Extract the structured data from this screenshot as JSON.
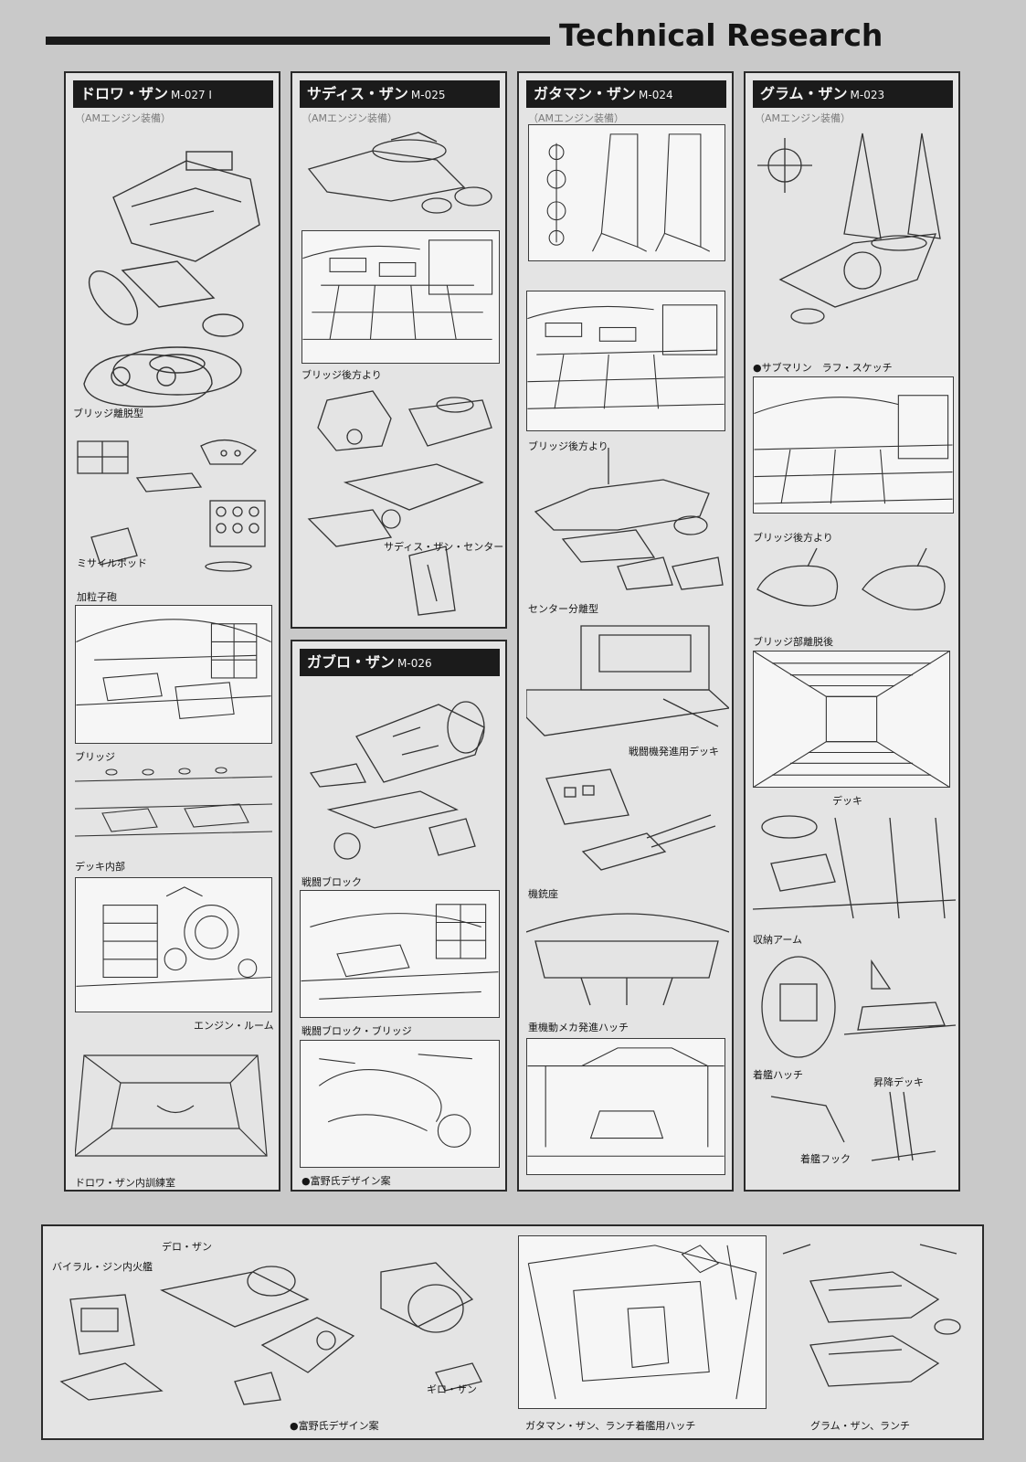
{
  "header": {
    "title": "Technical Research"
  },
  "columns": [
    {
      "name": "ドロワ・ザン",
      "code": "M-027 I",
      "engine_note": "（AMエンジン装備）",
      "captions": [
        "ブリッジ離脱型",
        "ミサイルポッド",
        "加粒子砲",
        "ブリッジ",
        "デッキ内部",
        "エンジン・ルーム",
        "ドロワ・ザン内訓練室"
      ]
    },
    {
      "name": "サディス・ザン",
      "code": "M-025",
      "engine_note": "（AMエンジン装備）",
      "captions": [
        "ブリッジ後方より",
        "サディス・ザン・センター"
      ]
    },
    {
      "name": "ガブロ・ザン",
      "code": "M-026",
      "captions": [
        "戦闘ブロック",
        "戦闘ブロック・ブリッジ",
        "●富野氏デザイン案"
      ]
    },
    {
      "name": "ガタマン・ザン",
      "code": "M-024",
      "engine_note": "（AMエンジン装備）",
      "captions": [
        "ブリッジ後方より",
        "センター分離型",
        "戦闘機発進用デッキ",
        "機銃座",
        "重機動メカ発進ハッチ"
      ]
    },
    {
      "name": "グラム・ザン",
      "code": "M-023",
      "engine_note": "（AMエンジン装備）",
      "captions": [
        "●サブマリン　ラフ・スケッチ",
        "ブリッジ後方より",
        "ブリッジ部離脱後",
        "デッキ",
        "収納アーム",
        "着艦ハッチ",
        "昇降デッキ",
        "着艦フック"
      ]
    }
  ],
  "bottom_panel": {
    "captions": [
      "デロ・ザン",
      "バイラル・ジン内火艦",
      "ギロ・ザン",
      "●富野氏デザイン案",
      "ガタマン・ザン、ランチ着艦用ハッチ",
      "グラム・ザン、ランチ"
    ]
  }
}
